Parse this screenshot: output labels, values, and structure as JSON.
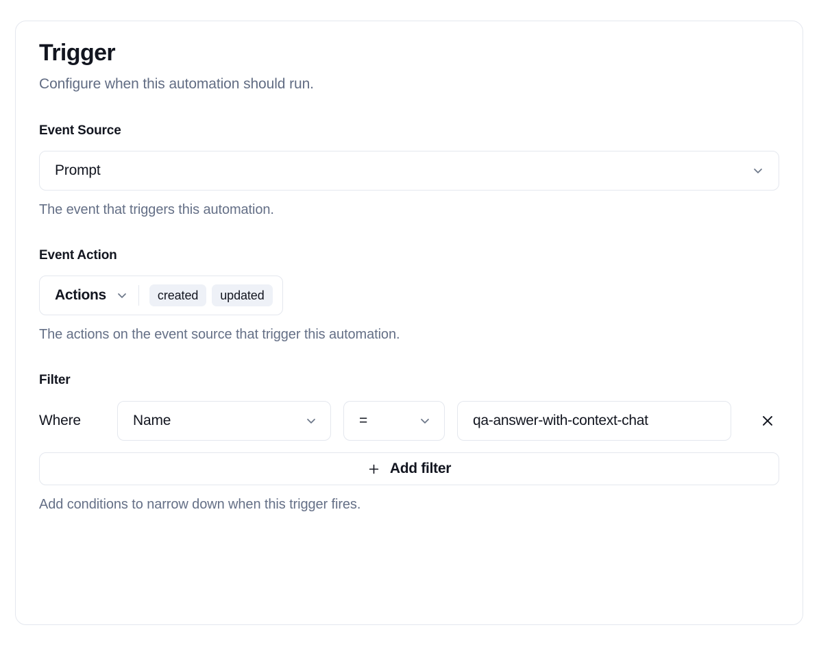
{
  "card": {
    "title": "Trigger",
    "subtitle": "Configure when this automation should run."
  },
  "event_source": {
    "label": "Event Source",
    "selected": "Prompt",
    "help": "The event that triggers this automation.",
    "chevron_icon": "chevron-down-icon"
  },
  "event_action": {
    "label": "Event Action",
    "trigger_label": "Actions",
    "tags": [
      "created",
      "updated"
    ],
    "help": "The actions on the event source that trigger this automation.",
    "chevron_icon": "chevron-down-icon"
  },
  "filter": {
    "label": "Filter",
    "where_label": "Where",
    "field": "Name",
    "operator": "=",
    "value": "qa-answer-with-context-chat",
    "value_placeholder": "",
    "remove_icon": "close-icon",
    "add_filter_label": "Add filter",
    "add_filter_icon": "plus-icon",
    "help": "Add conditions to narrow down when this trigger fires."
  },
  "colors": {
    "border": "#e4e7ee",
    "text": "#12151f",
    "muted": "#646f86",
    "tag_bg": "#eef1f7"
  }
}
